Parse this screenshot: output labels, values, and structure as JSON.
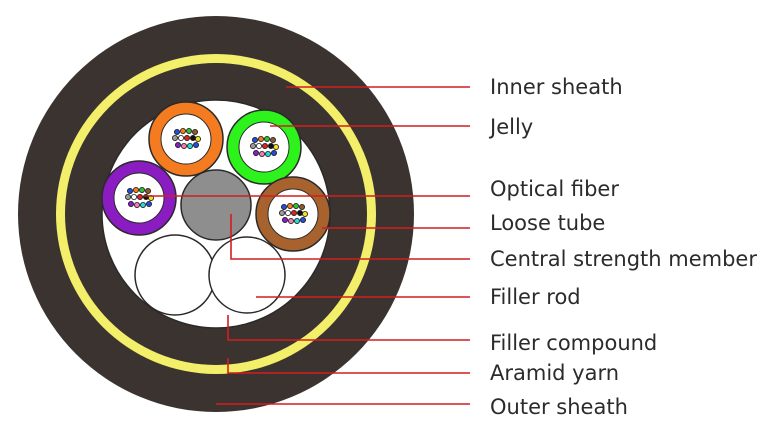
{
  "diagram": {
    "labels": [
      {
        "id": "inner-sheath",
        "text": "Inner sheath"
      },
      {
        "id": "jelly",
        "text": "Jelly"
      },
      {
        "id": "optical-fiber",
        "text": "Optical fiber"
      },
      {
        "id": "loose-tube",
        "text": "Loose tube"
      },
      {
        "id": "central-strength-member",
        "text": "Central strength member"
      },
      {
        "id": "filler-rod",
        "text": "Filler rod"
      },
      {
        "id": "filler-compound",
        "text": "Filler compound"
      },
      {
        "id": "aramid-yarn",
        "text": "Aramid yarn"
      },
      {
        "id": "outer-sheath",
        "text": "Outer sheath"
      }
    ],
    "colors": {
      "outer_sheath": "#3a3330",
      "aramid_yarn": "#f3ef6a",
      "inner_sheath": "#3a3330",
      "filler_compound": "#ffffff",
      "tube_orange": "#f47b1f",
      "tube_green": "#2ef21c",
      "tube_purple": "#8a1cc2",
      "tube_brown": "#a8622e",
      "central_member": "#8e8e8e",
      "filler_rod": "#ffffff",
      "leader_line": "#d21e1e"
    }
  }
}
